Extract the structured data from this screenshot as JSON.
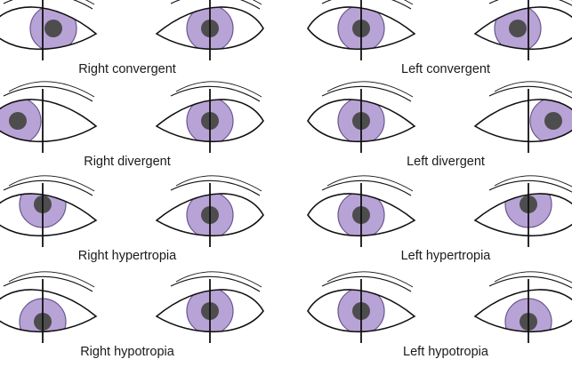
{
  "colors": {
    "iris": "#b8a3d6",
    "iris_stroke": "#6a5690",
    "pupil": "#4d4d4d",
    "outline": "#111111",
    "background": "#ffffff"
  },
  "panels": [
    {
      "id": "right-convergent",
      "caption": "Right convergent",
      "deviated_eye": "right",
      "direction": "inward"
    },
    {
      "id": "left-convergent",
      "caption": "Left convergent",
      "deviated_eye": "left",
      "direction": "inward"
    },
    {
      "id": "right-divergent",
      "caption": "Right divergent",
      "deviated_eye": "right",
      "direction": "outward"
    },
    {
      "id": "left-divergent",
      "caption": "Left divergent",
      "deviated_eye": "left",
      "direction": "outward"
    },
    {
      "id": "right-hypertropia",
      "caption": "Right hypertropia",
      "deviated_eye": "right",
      "direction": "up"
    },
    {
      "id": "left-hypertropia",
      "caption": "Left hypertropia",
      "deviated_eye": "left",
      "direction": "up"
    },
    {
      "id": "right-hypotropia",
      "caption": "Right hypotropia",
      "deviated_eye": "right",
      "direction": "down"
    },
    {
      "id": "left-hypotropia",
      "caption": "Left hypotropia",
      "deviated_eye": "left",
      "direction": "down"
    }
  ]
}
